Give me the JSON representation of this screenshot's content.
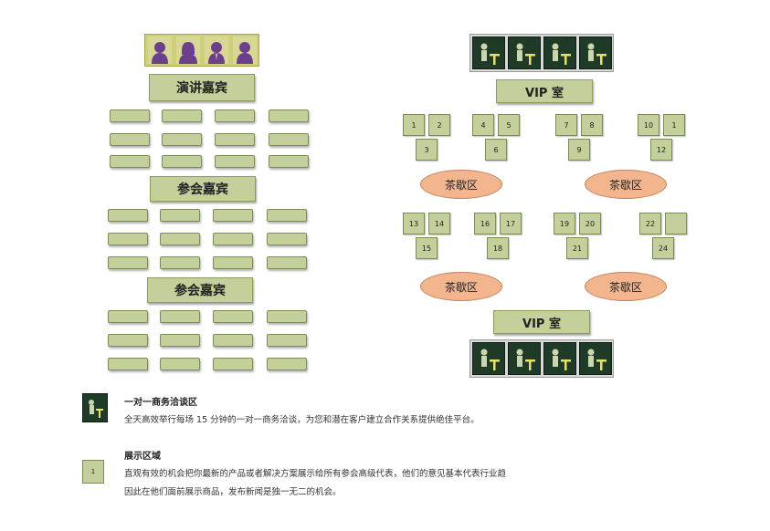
{
  "left": {
    "speaker_label": "演讲嘉宾",
    "attendee_label_1": "参会嘉宾",
    "attendee_label_2": "参会嘉宾"
  },
  "right": {
    "vip_top_label": "VIP 室",
    "vip_bottom_label": "VIP 室",
    "booths": [
      [
        "1",
        "2",
        "3"
      ],
      [
        "4",
        "5",
        "6"
      ],
      [
        "7",
        "8",
        "9"
      ],
      [
        "10",
        "1",
        "12"
      ],
      [
        "13",
        "14",
        "15"
      ],
      [
        "16",
        "17",
        "18"
      ],
      [
        "19",
        "20",
        "21"
      ],
      [
        "22",
        "",
        "24"
      ]
    ],
    "tea_labels": [
      "茶歇区",
      "茶歇区",
      "茶歇区",
      "茶歇区"
    ]
  },
  "legend": {
    "meeting_title": "一对一商务洽谈区",
    "meeting_desc": "全天高效举行每场 15 分钟的一对一商务洽谈，为您和潜在客户建立合作关系提供绝佳平台。",
    "booth_number": "1",
    "exhibit_title": "展示区域",
    "exhibit_desc_1": "直观有效的机会把你最新的产品或者解决方案展示给所有参会高级代表，他们的意见基本代表行业趋",
    "exhibit_desc_2": "因此在他们面前展示商品，发布新闻是独一无二的机会。"
  },
  "colors": {
    "seat_green": "#c3d09b",
    "tea_orange": "#f2b58e",
    "vip_dark": "#1f3b27",
    "speaker_purple": "#6b3f8c"
  }
}
